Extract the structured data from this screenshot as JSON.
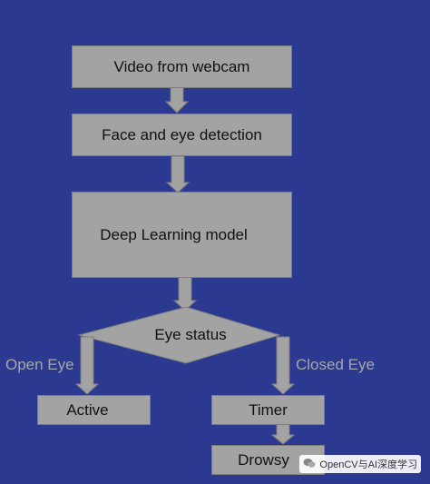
{
  "nodes": {
    "video": "Video from webcam",
    "detection": "Face and eye detection",
    "model": "Deep Learning model",
    "status": "Eye status",
    "active": "Active",
    "timer": "Timer",
    "drowsy": "Drowsy"
  },
  "edge_labels": {
    "open": "Open Eye",
    "closed": "Closed Eye"
  },
  "watermark": {
    "text": "OpenCV与AI深度学习",
    "icon": "wechat-icon"
  },
  "colors": {
    "background": "#2b3990",
    "box": "#a3a3a3",
    "label": "#a7a7a7"
  }
}
